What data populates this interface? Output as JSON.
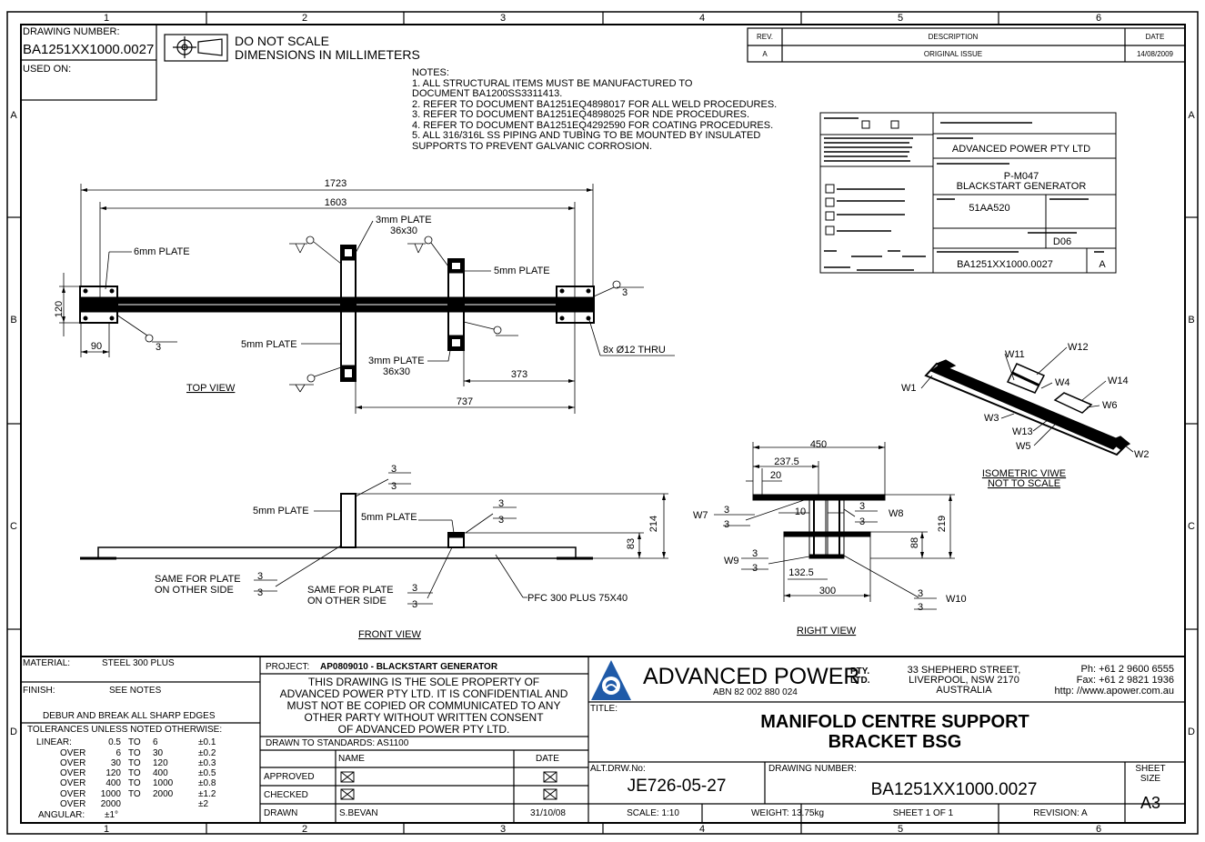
{
  "zones": {
    "columns": [
      "1",
      "2",
      "3",
      "4",
      "5",
      "6"
    ],
    "rows": [
      "A",
      "B",
      "C",
      "D"
    ]
  },
  "header": {
    "drawing_number_label": "DRAWING NUMBER:",
    "drawing_number": "BA1251XX1000.0027",
    "used_on_label": "USED ON:",
    "scale_note_1": "DO NOT SCALE",
    "scale_note_2": "DIMENSIONS IN MILLIMETERS"
  },
  "revision_table": {
    "headers": [
      "REV.",
      "DESCRIPTION",
      "DATE"
    ],
    "rows": [
      {
        "rev": "A",
        "description": "ORIGINAL ISSUE",
        "date": "14/08/2009"
      }
    ]
  },
  "notes": {
    "title": "NOTES:",
    "lines": [
      "1. ALL STRUCTURAL ITEMS MUST BE MANUFACTURED TO",
      "DOCUMENT BA1200SS3311413.",
      "2. REFER TO DOCUMENT BA1251EQ4898017 FOR ALL WELD PROCEDURES.",
      "3. REFER TO DOCUMENT BA1251EQ4898025 FOR NDE PROCEDURES.",
      "4. REFER TO DOCUMENT BA1251EQ4292590 FOR COATING PROCEDURES.",
      "5. ALL 316/316L SS PIPING AND TUBING TO BE MOUNTED BY INSULATED",
      "SUPPORTS TO PREVENT GALVANIC CORROSION."
    ]
  },
  "stamp_block": {
    "company": "ADVANCED POWER PTY LTD",
    "project_1": "P-M047",
    "project_2": "BLACKSTART GENERATOR",
    "code_1": "51AA520",
    "code_2": "D06",
    "doc_number": "BA1251XX1000.0027",
    "rev": "A"
  },
  "top_view": {
    "title": "TOP VIEW",
    "dims": {
      "d1723": "1723",
      "d1603": "1603",
      "d120": "120",
      "d90": "90",
      "d373": "373",
      "d737": "737"
    },
    "callouts": {
      "plate_3mm_a": "3mm PLATE",
      "plate_3mm_a_size": "36x30",
      "plate_6mm": "6mm PLATE",
      "plate_5mm_a": "5mm PLATE",
      "plate_5mm_b": "5mm PLATE",
      "plate_3mm_b": "3mm PLATE",
      "plate_3mm_b_size": "36x30",
      "holes": "8x  Ø12 THRU",
      "weld_3": "3"
    }
  },
  "front_view": {
    "title": "FRONT VIEW",
    "callouts": {
      "plate_5mm_a": "5mm PLATE",
      "plate_5mm_b": "5mm PLATE",
      "same_1a": "SAME FOR PLATE",
      "same_1b": "ON OTHER SIDE",
      "same_2a": "SAME FOR PLATE",
      "same_2b": "ON OTHER SIDE",
      "pfc": "PFC 300 PLUS 75X40",
      "weld_3": "3"
    },
    "dims": {
      "d214": "214",
      "d83": "83"
    }
  },
  "right_view": {
    "title": "RIGHT VIEW",
    "dims": {
      "d450": "450",
      "d237": "237.5",
      "d20": "20",
      "d10": "10",
      "d88": "88",
      "d219": "219",
      "d132": "132.5",
      "d300": "300"
    },
    "welds": {
      "w7": "W7",
      "w8": "W8",
      "w9": "W9",
      "w10": "W10",
      "three": "3"
    }
  },
  "isometric": {
    "title": "ISOMETRIC VIWE",
    "subtitle": "NOT TO SCALE",
    "labels": [
      "W11",
      "W12",
      "W4",
      "W14",
      "W6",
      "W1",
      "W3",
      "W13",
      "W5",
      "W2"
    ]
  },
  "title_block": {
    "material_label": "MATERIAL:",
    "material": "STEEL 300 PLUS",
    "finish_label": "FINISH:",
    "finish": "SEE NOTES",
    "deburr": "DEBUR AND BREAK ALL SHARP EDGES",
    "tolerances_label": "TOLERANCES UNLESS NOTED OTHERWISE:",
    "linear_label": "LINEAR:",
    "angular_label": "ANGULAR:",
    "angular": "±1°",
    "tolerances": [
      {
        "pre": "",
        "a": "0.5",
        "to": "TO",
        "b": "6",
        "tol": "±0.1"
      },
      {
        "pre": "OVER",
        "a": "6",
        "to": "TO",
        "b": "30",
        "tol": "±0.2"
      },
      {
        "pre": "OVER",
        "a": "30",
        "to": "TO",
        "b": "120",
        "tol": "±0.3"
      },
      {
        "pre": "OVER",
        "a": "120",
        "to": "TO",
        "b": "400",
        "tol": "±0.5"
      },
      {
        "pre": "OVER",
        "a": "400",
        "to": "TO",
        "b": "1000",
        "tol": "±0.8"
      },
      {
        "pre": "OVER",
        "a": "1000",
        "to": "TO",
        "b": "2000",
        "tol": "±1.2"
      },
      {
        "pre": "OVER",
        "a": "2000",
        "to": "",
        "b": "",
        "tol": "±2"
      }
    ],
    "project_label": "PROJECT:",
    "project": "AP0809010 - BLACKSTART GENERATOR",
    "property_lines": [
      "THIS DRAWING IS THE SOLE PROPERTY OF",
      "ADVANCED POWER PTY LTD.  IT IS CONFIDENTIAL AND",
      "MUST NOT BE COPIED OR COMMUNICATED TO ANY",
      "OTHER PARTY WITHOUT WRITTEN CONSENT",
      "OF ADVANCED POWER PTY LTD."
    ],
    "standards": "DRAWN TO STANDARDS: AS1100",
    "name_label": "NAME",
    "date_label": "DATE",
    "approved_label": "APPROVED",
    "checked_label": "CHECKED",
    "drawn_label": "DRAWN",
    "drawn_name": "S.BEVAN",
    "drawn_date": "31/10/08",
    "company": "ADVANCED POWER",
    "company_suffix_1": "PTY.",
    "company_suffix_2": "LTD.",
    "abn": "ABN 82 002 880 024",
    "address": [
      "33 SHEPHERD STREET,",
      "LIVERPOOL, NSW 2170",
      "AUSTRALIA"
    ],
    "contact": [
      "Ph: +61 2 9600 6555",
      "Fax: +61 2 9821 1936",
      "http: //www.apower.com.au"
    ],
    "title_label": "TITLE:",
    "title_1": "MANIFOLD CENTRE SUPPORT",
    "title_2": "BRACKET BSG",
    "alt_label": "ALT.DRW.No:",
    "alt_number": "JE726-05-27",
    "dn_label": "DRAWING NUMBER:",
    "drawing_number": "BA1251XX1000.0027",
    "sheet_size_label_1": "SHEET",
    "sheet_size_label_2": "SIZE",
    "sheet_size": "A3",
    "scale": "SCALE:  1:10",
    "weight": "WEIGHT: 13.75kg",
    "sheet": "SHEET 1 OF 1",
    "revision": "REVISION: A"
  },
  "colors": {
    "ink": "#000000",
    "logo": "#1f5aa8"
  }
}
